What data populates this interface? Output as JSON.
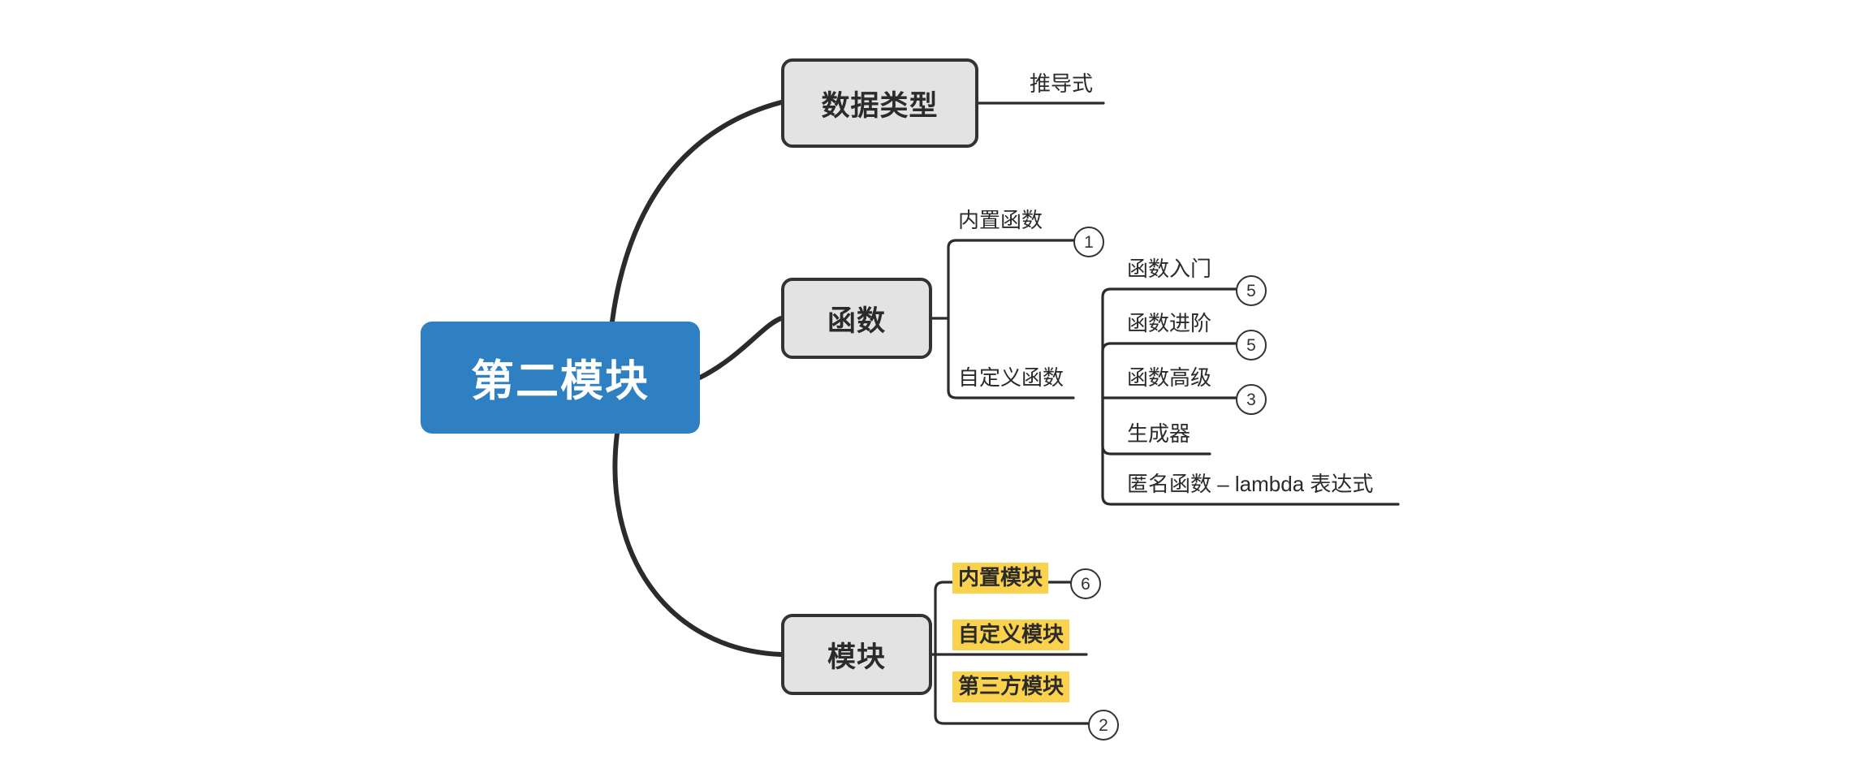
{
  "diagram": {
    "type": "mind-map",
    "title": "第二模块",
    "background": "#FFFFFF",
    "colors": {
      "root_fill": "#2E80C2",
      "root_text": "#FFFFFF",
      "branch_fill": "#E3E3E3",
      "branch_border": "#333333",
      "highlight": "#FBD24E",
      "line": "#2B2B2B",
      "text": "#2B2B2B"
    }
  },
  "root": {
    "label": "第二模块"
  },
  "branches": [
    {
      "id": "data-types",
      "label": "数据类型",
      "children": [
        {
          "label": "推导式",
          "badge": null,
          "highlight": false
        }
      ]
    },
    {
      "id": "functions",
      "label": "函数",
      "children": [
        {
          "label": "内置函数",
          "badge": "1",
          "highlight": false
        },
        {
          "label": "自定义函数",
          "badge": null,
          "highlight": false
        }
      ],
      "grandchildren": [
        {
          "label": "函数入门",
          "badge": "5",
          "highlight": false
        },
        {
          "label": "函数进阶",
          "badge": "5",
          "highlight": false
        },
        {
          "label": "函数高级",
          "badge": "3",
          "highlight": false
        },
        {
          "label": "生成器",
          "badge": null,
          "highlight": false
        },
        {
          "label": "匿名函数 – lambda 表达式",
          "badge": null,
          "highlight": false
        }
      ]
    },
    {
      "id": "modules",
      "label": "模块",
      "children": [
        {
          "label": "内置模块",
          "badge": "6",
          "highlight": true
        },
        {
          "label": "自定义模块",
          "badge": null,
          "highlight": true
        },
        {
          "label": "第三方模块",
          "badge": "2",
          "highlight": true
        }
      ]
    }
  ]
}
